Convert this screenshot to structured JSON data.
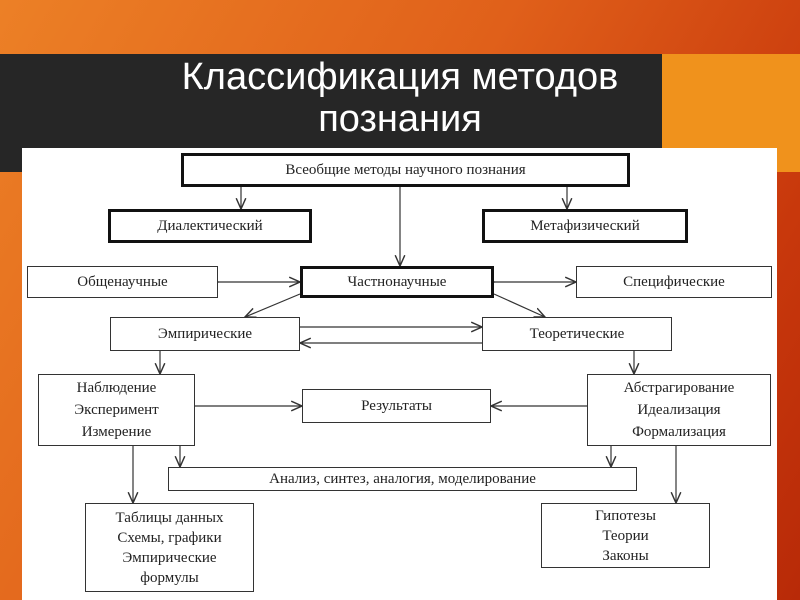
{
  "title": {
    "line1": "Классификация методов",
    "line2": "познания"
  },
  "diagram": {
    "universal": "Всеобщие методы научного познания",
    "dialectical": "Диалектический",
    "metaphysical": "Метафизический",
    "general_scientific": "Общенаучные",
    "particular_scientific": "Частнонаучные",
    "specific": "Специфические",
    "empirical": "Эмпирические",
    "theoretical": "Теоретические",
    "empirical_methods": [
      "Наблюдение",
      "Эксперимент",
      "Измерение"
    ],
    "results": "Результаты",
    "theoretical_methods": [
      "Абстрагирование",
      "Идеализация",
      "Формализация"
    ],
    "analysis": "Анализ, синтез, аналогия, моделирование",
    "empirical_outputs": [
      "Таблицы данных",
      "Схемы, графики",
      "Эмпирические",
      "формулы"
    ],
    "theoretical_outputs": [
      "Гипотезы",
      "Теории",
      "Законы"
    ]
  }
}
